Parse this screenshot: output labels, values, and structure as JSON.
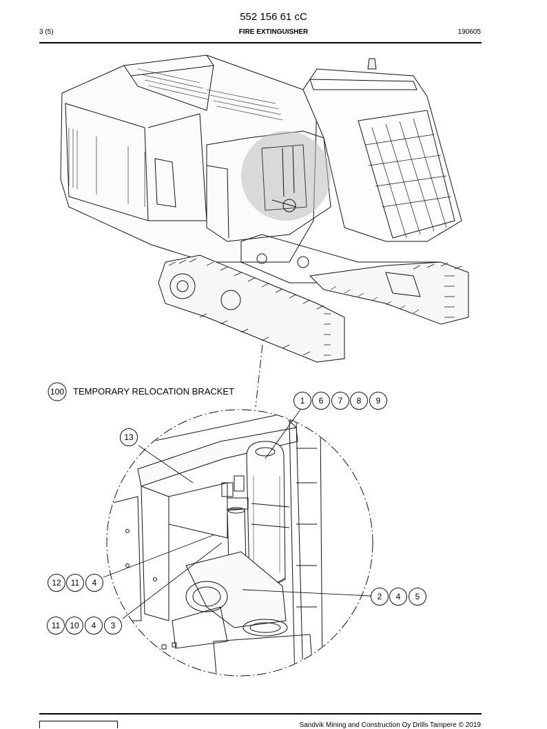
{
  "header": {
    "doc_number": "552 156 61 cC",
    "page": "3 (5)",
    "title": "FIRE EXTINGUISHER",
    "date": "190605"
  },
  "callout": {
    "ref": "100",
    "text": "TEMPORARY RELOCATION BRACKET"
  },
  "bubbles": {
    "top_right": [
      "1",
      "6",
      "7",
      "8",
      "9"
    ],
    "bracket": [
      "13"
    ],
    "left_upper": [
      "12",
      "11",
      "4"
    ],
    "left_lower": [
      "11",
      "10",
      "4",
      "3"
    ],
    "right_lower": [
      "2",
      "4",
      "5"
    ]
  },
  "footer": {
    "copyright": "Sandvik Mining and Construction Oy Drills Tampere © 2019"
  },
  "icons": {
    "logo": "sandvik-logo-icon"
  }
}
